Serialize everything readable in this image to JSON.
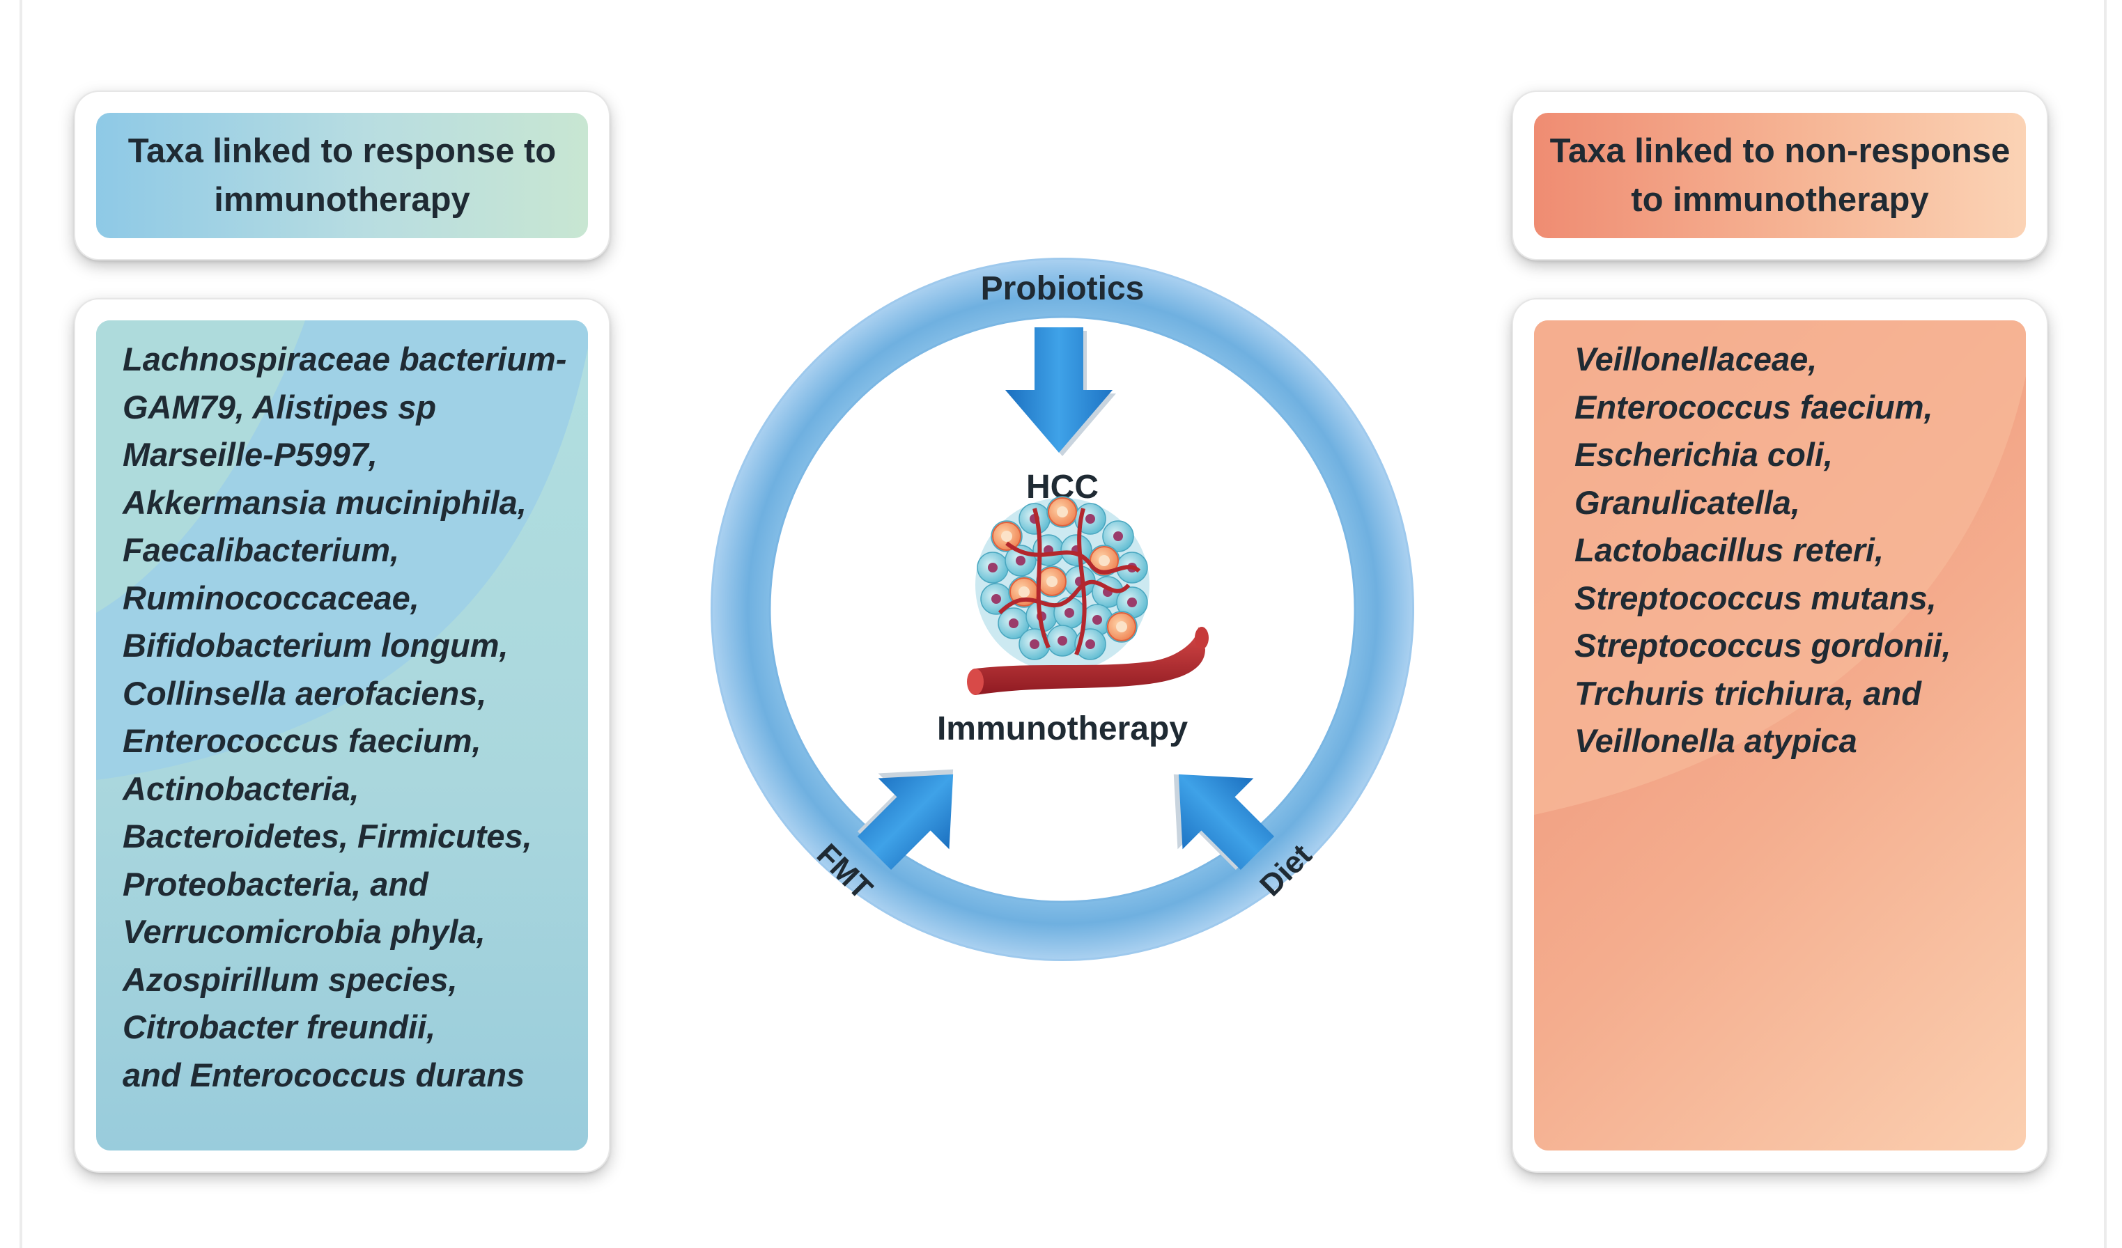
{
  "left_panel": {
    "title": "Taxa linked to response to immunotherapy",
    "taxa": "Lachnospiraceae bacterium-\nGAM79, Alistipes sp\nMarseille-P5997,\nAkkermansia muciniphila,\nFaecalibacterium,\nRuminococcaceae,\nBifidobacterium longum,\nCollinsella aerofaciens,\nEnterococcus faecium,\nActinobacteria,\nBacteroidetes, Firmicutes,\nProteobacteria, and\nVerrucomicrobia phyla,\nAzospirillum species,\nCitrobacter freundii,\nand Enterococcus durans"
  },
  "right_panel": {
    "title": "Taxa linked to non-response to immunotherapy",
    "taxa": "Veillonellaceae,\nEnterococcus faecium,\nEscherichia coli,\nGranulicatella,\nLactobacillus reteri,\nStreptococcus mutans,\nStreptococcus gordonii,\nTrchuris trichiura, and\nVeillonella atypica"
  },
  "center": {
    "top_label": "Probiotics",
    "core_label": "HCC",
    "bottom_label": "Immunotherapy",
    "left_label": "FMT",
    "right_label": "Diet"
  },
  "colors": {
    "ring_blue": "#7ab6e3",
    "arrow_blue": "#2a86cf",
    "response_gradient_start": "#8ec9e6",
    "response_gradient_end": "#c8e6d2",
    "nonresponse_gradient_start": "#ef8c72",
    "nonresponse_gradient_end": "#fbd3b5",
    "vessel_red": "#b3272d"
  },
  "icons": {
    "tumor": "tumor-cluster-icon",
    "vessel": "blood-vessel-icon"
  }
}
